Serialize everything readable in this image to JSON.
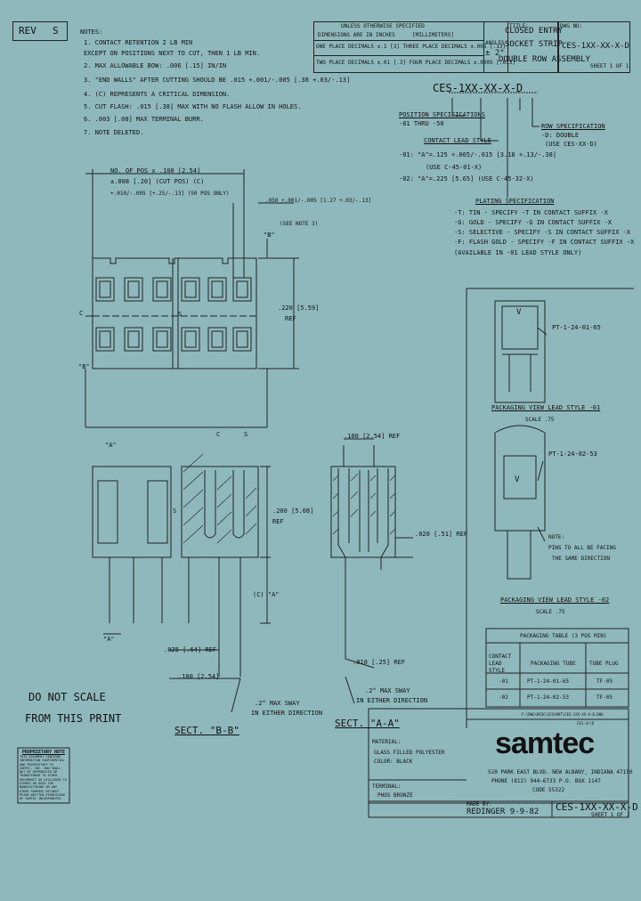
{
  "rev": {
    "label": "REV",
    "value": "S"
  },
  "notes": {
    "title": "NOTES:",
    "lines": [
      "1. CONTACT RETENTION 2 LB MIN",
      "   EXCEPT ON POSITIONS NEXT TO CUT, THEN 1 LB MIN.",
      "2. MAX ALLOWABLE BOW: .006 [.15] IN/IN",
      "3. \"END WALLS\" AFTER CUTTING SHOULD BE .015 +.001/-.005 [.38 +.03/-.13]",
      "4. (C) REPRESENTS A CRITICAL DIMENSION.",
      "5. CUT FLASH: .015 [.38] MAX WITH NO FLASH ALLOW IN HOLES.",
      "6. .003 [.08] MAX TERMINAL BURR.",
      "7. NOTE DELETED."
    ]
  },
  "tolerance_block": {
    "header1": "UNLESS OTHERWISE SPECIFIED",
    "header2": "DIMENSIONS ARE IN INCHES",
    "header3": "[MILLIMETERS]",
    "row1": "ONE PLACE DECIMALS ±.1 [3]    THREE PLACE DECIMALS ±.005 [.13]",
    "row2": "TWO PLACE DECIMALS ±.01 [.3]  FOUR PLACE DECIMALS ±.0005 [.013]",
    "angles_label": "ANGLES",
    "angles_value": "± 2°"
  },
  "title_block": {
    "title_label": "TITLE:",
    "title_lines": [
      "CLOSED ENTRY",
      "SOCKET STRIP",
      "DOUBLE ROW ASSEMBLY"
    ],
    "dwg_label": "DWG NO:",
    "dwg_no": "CES-1XX-XX-X-D",
    "sheet": "SHEET 1 OF 1"
  },
  "part_number": {
    "code": "CES-1XX-XX-X-D",
    "position_label": "POSITION SPECIFICATIONS",
    "position_value": "-01 THRU -50",
    "contact_lead_label": "CONTACT LEAD STYLE",
    "lead_01a": "-01: \"A\"=.125 +.005/-.015 [3.18 +.13/-.38]",
    "lead_01b": "(USE C-45-01-X)",
    "lead_02a": "-02: \"A\"=.225 [5.65] (USE C-45-32-X)",
    "row_label": "ROW SPECIFICATION",
    "row_value_1": "-D: DOUBLE",
    "row_value_2": "(USE CES-XX-D)",
    "plating_label": "PLATING SPECIFICATION",
    "plating": [
      "-T: TIN - SPECIFY -T IN CONTACT SUFFIX -X",
      "-G: GOLD - SPECIFY -G IN CONTACT SUFFIX -X",
      "-S: SELECTIVE - SPECIFY -S IN CONTACT SUFFIX -X",
      "-F: FLASH GOLD - SPECIFY -F IN CONTACT SUFFIX -X",
      "   (AVAILABLE IN -01 LEAD STYLE ONLY)"
    ]
  },
  "dims": {
    "pos_x_100": "NO. OF POS x .100 [2.54]",
    "tol_008": "±.008 [.20] (CUT POS) (C)",
    "tol_plus": "+.010/-.005 [+.25/-.13] (50 POS ONLY)",
    "d_050": ".050 +.001/-.005 [1.27 +.03/-.13]",
    "see_note3": "(SEE NOTE 3)",
    "d_220": ".220 [5.59]",
    "ref": "REF",
    "b_label": "\"B\"",
    "c_label": "C",
    "s_label": "S",
    "a_label": "\"A\"",
    "d_100_ref": ".100 [2.54] REF",
    "d_200": ".200 [5.08]",
    "d_025": ".025 [.64] REF",
    "d_100": ".100 [2.54]",
    "d_020": ".020 [.51] REF",
    "d_010": ".010 [.25] REF",
    "c_a": "(C) \"A\"",
    "sway1": ".2° MAX SWAY",
    "sway2": "IN EITHER DIRECTION"
  },
  "sections": {
    "bb": "SECT. \"B-B\"",
    "aa": "SECT. \"A-A\""
  },
  "scale_note": [
    "DO NOT SCALE",
    "FROM THIS PRINT"
  ],
  "proprietary": {
    "title": "PROPRIETARY NOTE",
    "text": "THIS DOCUMENT CONTAINS INFORMATION CONFIDENTIAL AND PROPRIETARY TO SAMTEC, INC. AND SHALL NOT BE REPRODUCED OR TRANSFERRED TO OTHER DOCUMENTS OR DISCLOSED TO OTHERS OR USED FOR MANUFACTURING OR ANY OTHER PURPOSE WITHOUT PRIOR WRITTEN PERMISSION OF SAMTEC INCORPORATED"
  },
  "packaging_01": {
    "tube": "PT-1-24-01-65",
    "label": "PACKAGING VIEW LEAD STYLE -01",
    "scale": "SCALE .75",
    "v": "V"
  },
  "packaging_02": {
    "tube": "PT-1-24-02-53",
    "label": "PACKAGING VIEW LEAD STYLE -02",
    "scale": "SCALE .75",
    "v": "V",
    "note_title": "NOTE:",
    "note_1": "PINS TO ALL BE FACING",
    "note_2": "THE SAME DIRECTION"
  },
  "packaging_table": {
    "title": "PACKAGING TABLE (3 POS MIN)",
    "headers": [
      "CONTACT LEAD STYLE",
      "PACKAGING TUBE",
      "TUBE PLUG"
    ],
    "rows": [
      [
        "-01",
        "PT-1-24-01-65",
        "TF-05"
      ],
      [
        "-02",
        "PT-1-24-02-53",
        "TF-05"
      ]
    ]
  },
  "material": {
    "label": "MATERIAL:",
    "lines": [
      "GLASS FILLED POLYESTER",
      "COLOR: BLACK"
    ],
    "terminal_label": "TERMINAL:",
    "terminal": "PHOS BRONZE"
  },
  "company": {
    "file_label": "F:\\DWG\\MISC\\CES\\MKT\\CES-1XX-XX-X-D.DWG",
    "file2": "CES-4/\\D",
    "logo": "samtec",
    "address_1": "520 PARK EAST BLVD. NEW ALBANY, INDIANA 47150",
    "address_2": "PHONE (812) 944-6733  P.O. BOX 1147",
    "address_3": "CODE 55322"
  },
  "footer": {
    "made_by_label": "MADE BY:",
    "made_by": "REDINGER 9-9-82",
    "dwg": "CES-1XX-XX-X-D",
    "sheet": "SHEET 1 OF 1"
  }
}
